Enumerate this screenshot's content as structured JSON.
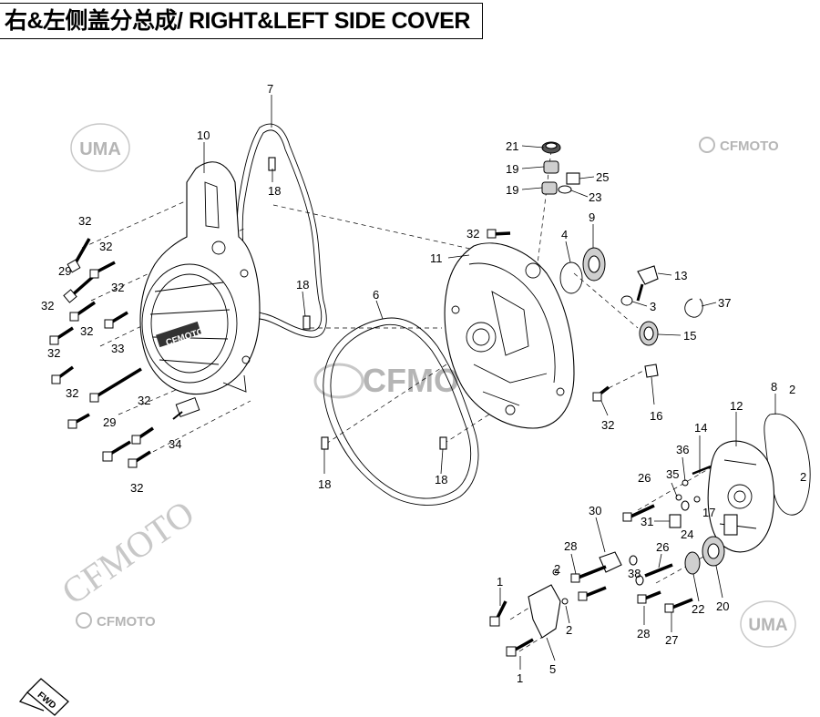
{
  "title": "右&左侧盖分总成/ RIGHT&LEFT SIDE COVER",
  "watermarks": {
    "uma": "UMA",
    "cfmoto": "CFMOTO",
    "center": "CFMOTO",
    "diag": "CFMOTO"
  },
  "fwd_label": "FWD",
  "colors": {
    "line": "#000000",
    "watermark": "#c8c8c8",
    "fill_gray": "#cfcfcf"
  },
  "callouts": [
    {
      "id": "c1",
      "text": "7"
    },
    {
      "id": "c2",
      "text": "10"
    },
    {
      "id": "c3",
      "text": "18"
    },
    {
      "id": "c4",
      "text": "18"
    },
    {
      "id": "c5",
      "text": "32"
    },
    {
      "id": "c6",
      "text": "32"
    },
    {
      "id": "c7",
      "text": "29"
    },
    {
      "id": "c8",
      "text": "32"
    },
    {
      "id": "c9",
      "text": "32"
    },
    {
      "id": "c10",
      "text": "32"
    },
    {
      "id": "c11",
      "text": "33"
    },
    {
      "id": "c12",
      "text": "32"
    },
    {
      "id": "c13",
      "text": "32"
    },
    {
      "id": "c14",
      "text": "32"
    },
    {
      "id": "c15",
      "text": "29"
    },
    {
      "id": "c16",
      "text": "34"
    },
    {
      "id": "c17",
      "text": "32"
    },
    {
      "id": "c18",
      "text": "6"
    },
    {
      "id": "c19",
      "text": "18"
    },
    {
      "id": "c20",
      "text": "18"
    },
    {
      "id": "c21",
      "text": "21"
    },
    {
      "id": "c22",
      "text": "19"
    },
    {
      "id": "c23",
      "text": "19"
    },
    {
      "id": "c24",
      "text": "25"
    },
    {
      "id": "c25",
      "text": "23"
    },
    {
      "id": "c26",
      "text": "32"
    },
    {
      "id": "c27",
      "text": "11"
    },
    {
      "id": "c28",
      "text": "4"
    },
    {
      "id": "c29",
      "text": "9"
    },
    {
      "id": "c30",
      "text": "13"
    },
    {
      "id": "c31",
      "text": "3"
    },
    {
      "id": "c32",
      "text": "37"
    },
    {
      "id": "c33",
      "text": "15"
    },
    {
      "id": "c34",
      "text": "16"
    },
    {
      "id": "c35",
      "text": "32"
    },
    {
      "id": "c36",
      "text": "8"
    },
    {
      "id": "c37",
      "text": "2"
    },
    {
      "id": "c38",
      "text": "12"
    },
    {
      "id": "c39",
      "text": "2"
    },
    {
      "id": "c40",
      "text": "14"
    },
    {
      "id": "c41",
      "text": "36"
    },
    {
      "id": "c42",
      "text": "26"
    },
    {
      "id": "c43",
      "text": "35"
    },
    {
      "id": "c44",
      "text": "31"
    },
    {
      "id": "c45",
      "text": "24"
    },
    {
      "id": "c46",
      "text": "17"
    },
    {
      "id": "c47",
      "text": "30"
    },
    {
      "id": "c48",
      "text": "28"
    },
    {
      "id": "c49",
      "text": "26"
    },
    {
      "id": "c50",
      "text": "38"
    },
    {
      "id": "c51",
      "text": "22"
    },
    {
      "id": "c52",
      "text": "20"
    },
    {
      "id": "c53",
      "text": "1"
    },
    {
      "id": "c54",
      "text": "2"
    },
    {
      "id": "c55",
      "text": "2"
    },
    {
      "id": "c56",
      "text": "28"
    },
    {
      "id": "c57",
      "text": "27"
    },
    {
      "id": "c58",
      "text": "1"
    },
    {
      "id": "c59",
      "text": "5"
    }
  ]
}
